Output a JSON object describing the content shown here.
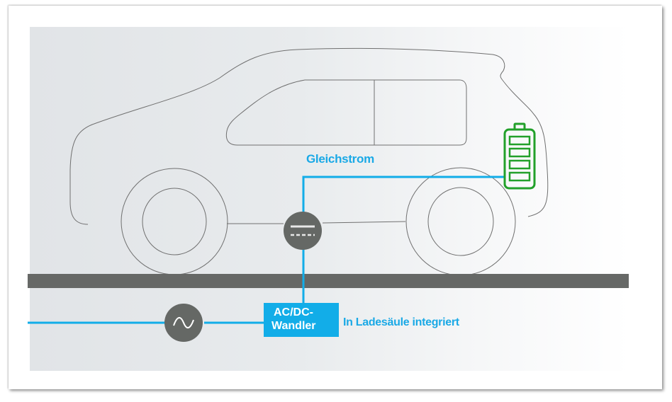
{
  "diagram": {
    "title": "DC-Laden: AC/DC-Wandler in Ladesäule integriert",
    "labels": {
      "dc_current": "Gleichstrom",
      "converter_line1": "AC/DC-",
      "converter_line2": "Wandler",
      "converter_note": "In Ladesäule integriert"
    },
    "icons": {
      "ac_source": "ac-sine-icon",
      "dc_symbol": "dc-symbol-icon",
      "battery": "battery-icon"
    },
    "battery_level_bars": 4,
    "colors": {
      "accent_blue": "#12ade8",
      "battery_green": "#22a02a",
      "symbol_grey": "#656865",
      "ground": "#666866",
      "outline": "#6d6d6d"
    }
  }
}
